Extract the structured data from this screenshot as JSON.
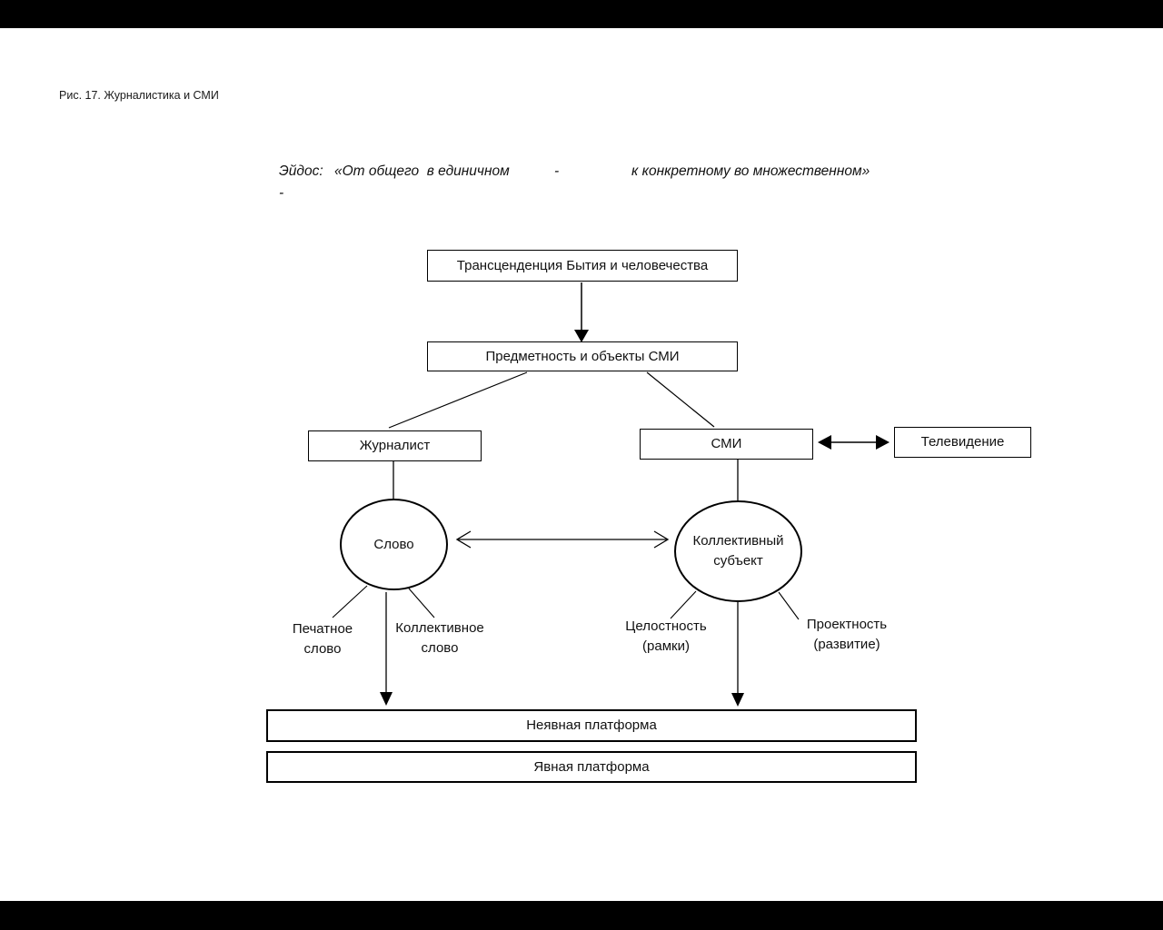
{
  "window": {
    "top_bar_color": "#000000",
    "bottom_bar_color": "#000000",
    "background": "#ffffff"
  },
  "figure": {
    "caption": "Рис. 17. Журналистика и СМИ",
    "eidos": {
      "label": "Эйдос:",
      "quote_part1": "«От общего  в единичном",
      "separator": "-",
      "quote_part2": "к конкретному во множественном»",
      "line2": "-"
    }
  },
  "diagram": {
    "line_color": "#000000",
    "nodes": {
      "transcendence": "Трансценденция Бытия и человечества",
      "predmetnost": "Предметность и объекты СМИ",
      "journalist": "Журналист",
      "smi": "СМИ",
      "tv": "Телевидение",
      "slovo": "Слово",
      "collective": "Коллективный\nсубъект",
      "implicit_platform": "Неявная платформа",
      "explicit_platform": "Явная платформа"
    },
    "labels": {
      "printed_word": "Печатное\nслово",
      "collective_word": "Коллективное\nслово",
      "integrity": "Целостность\n(рамки)",
      "projectivity": "Проектность\n(развитие)"
    }
  }
}
